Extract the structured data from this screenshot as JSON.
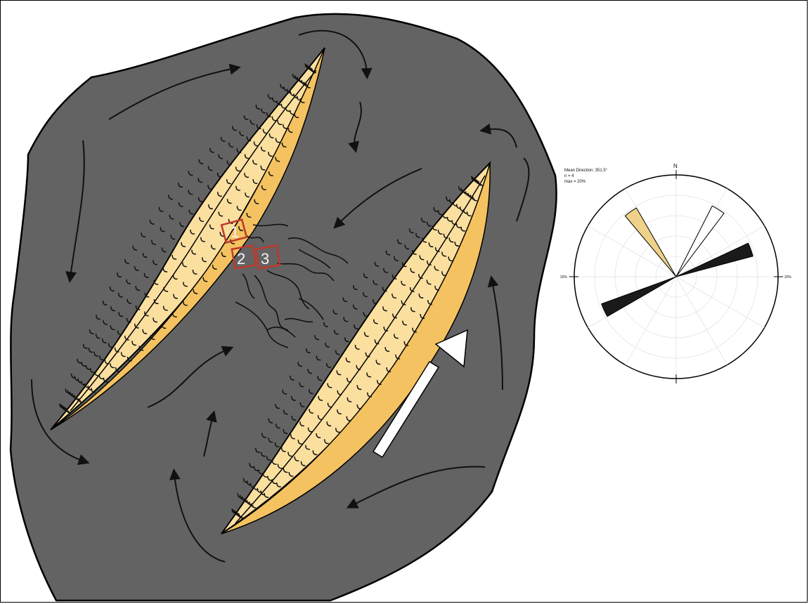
{
  "sample_labels": [
    "1",
    "2",
    "3"
  ],
  "rose": {
    "info_lines": [
      "Mean Direction: 351.5°",
      "n = 4",
      "max = 20%"
    ],
    "north_label": "N",
    "left_ring_label": "20%",
    "right_ring_label": "20%",
    "petals": [
      {
        "azimuth": 325,
        "style": "tan"
      },
      {
        "azimuth": 32,
        "style": "white"
      },
      {
        "azimuth": 70,
        "style": "black"
      },
      {
        "azimuth": 245,
        "style": "black"
      }
    ]
  },
  "colors": {
    "background_rock": "#636363",
    "sand_light": "#fbdf9f",
    "sand_dark": "#f4c260",
    "sample_box": "#c0392b",
    "petal_tan": "#f0d18a",
    "petal_black": "#1a1a1a",
    "petal_white": "#ffffff"
  }
}
